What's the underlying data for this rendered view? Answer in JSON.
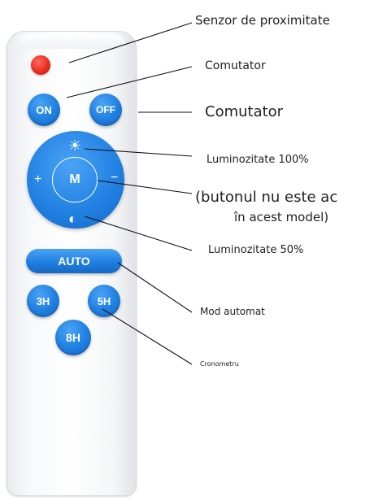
{
  "remote": {
    "buttons": {
      "on": "ON",
      "off": "OFF",
      "mode": "M",
      "plus": "+",
      "minus": "−",
      "auto": "AUTO",
      "t3": "3H",
      "t5": "5H",
      "t8": "8H"
    },
    "icons": {
      "brightness_full": "sun-full-icon",
      "brightness_half": "sun-half-icon"
    },
    "colors": {
      "button_blue": "#1f7fe0",
      "sensor_red": "#e8281d"
    }
  },
  "labels": {
    "sensor": "Senzor de proximitate",
    "switch_on": "Comutator",
    "switch_off": "Comutator",
    "brightness_100": "Luminozitate 100%",
    "button_inactive_line1": "(butonul nu este ac",
    "button_inactive_line2": "în acest model)",
    "brightness_50": "Luminozitate 50%",
    "auto_mode": "Mod automat",
    "timer": "Cronometru"
  }
}
